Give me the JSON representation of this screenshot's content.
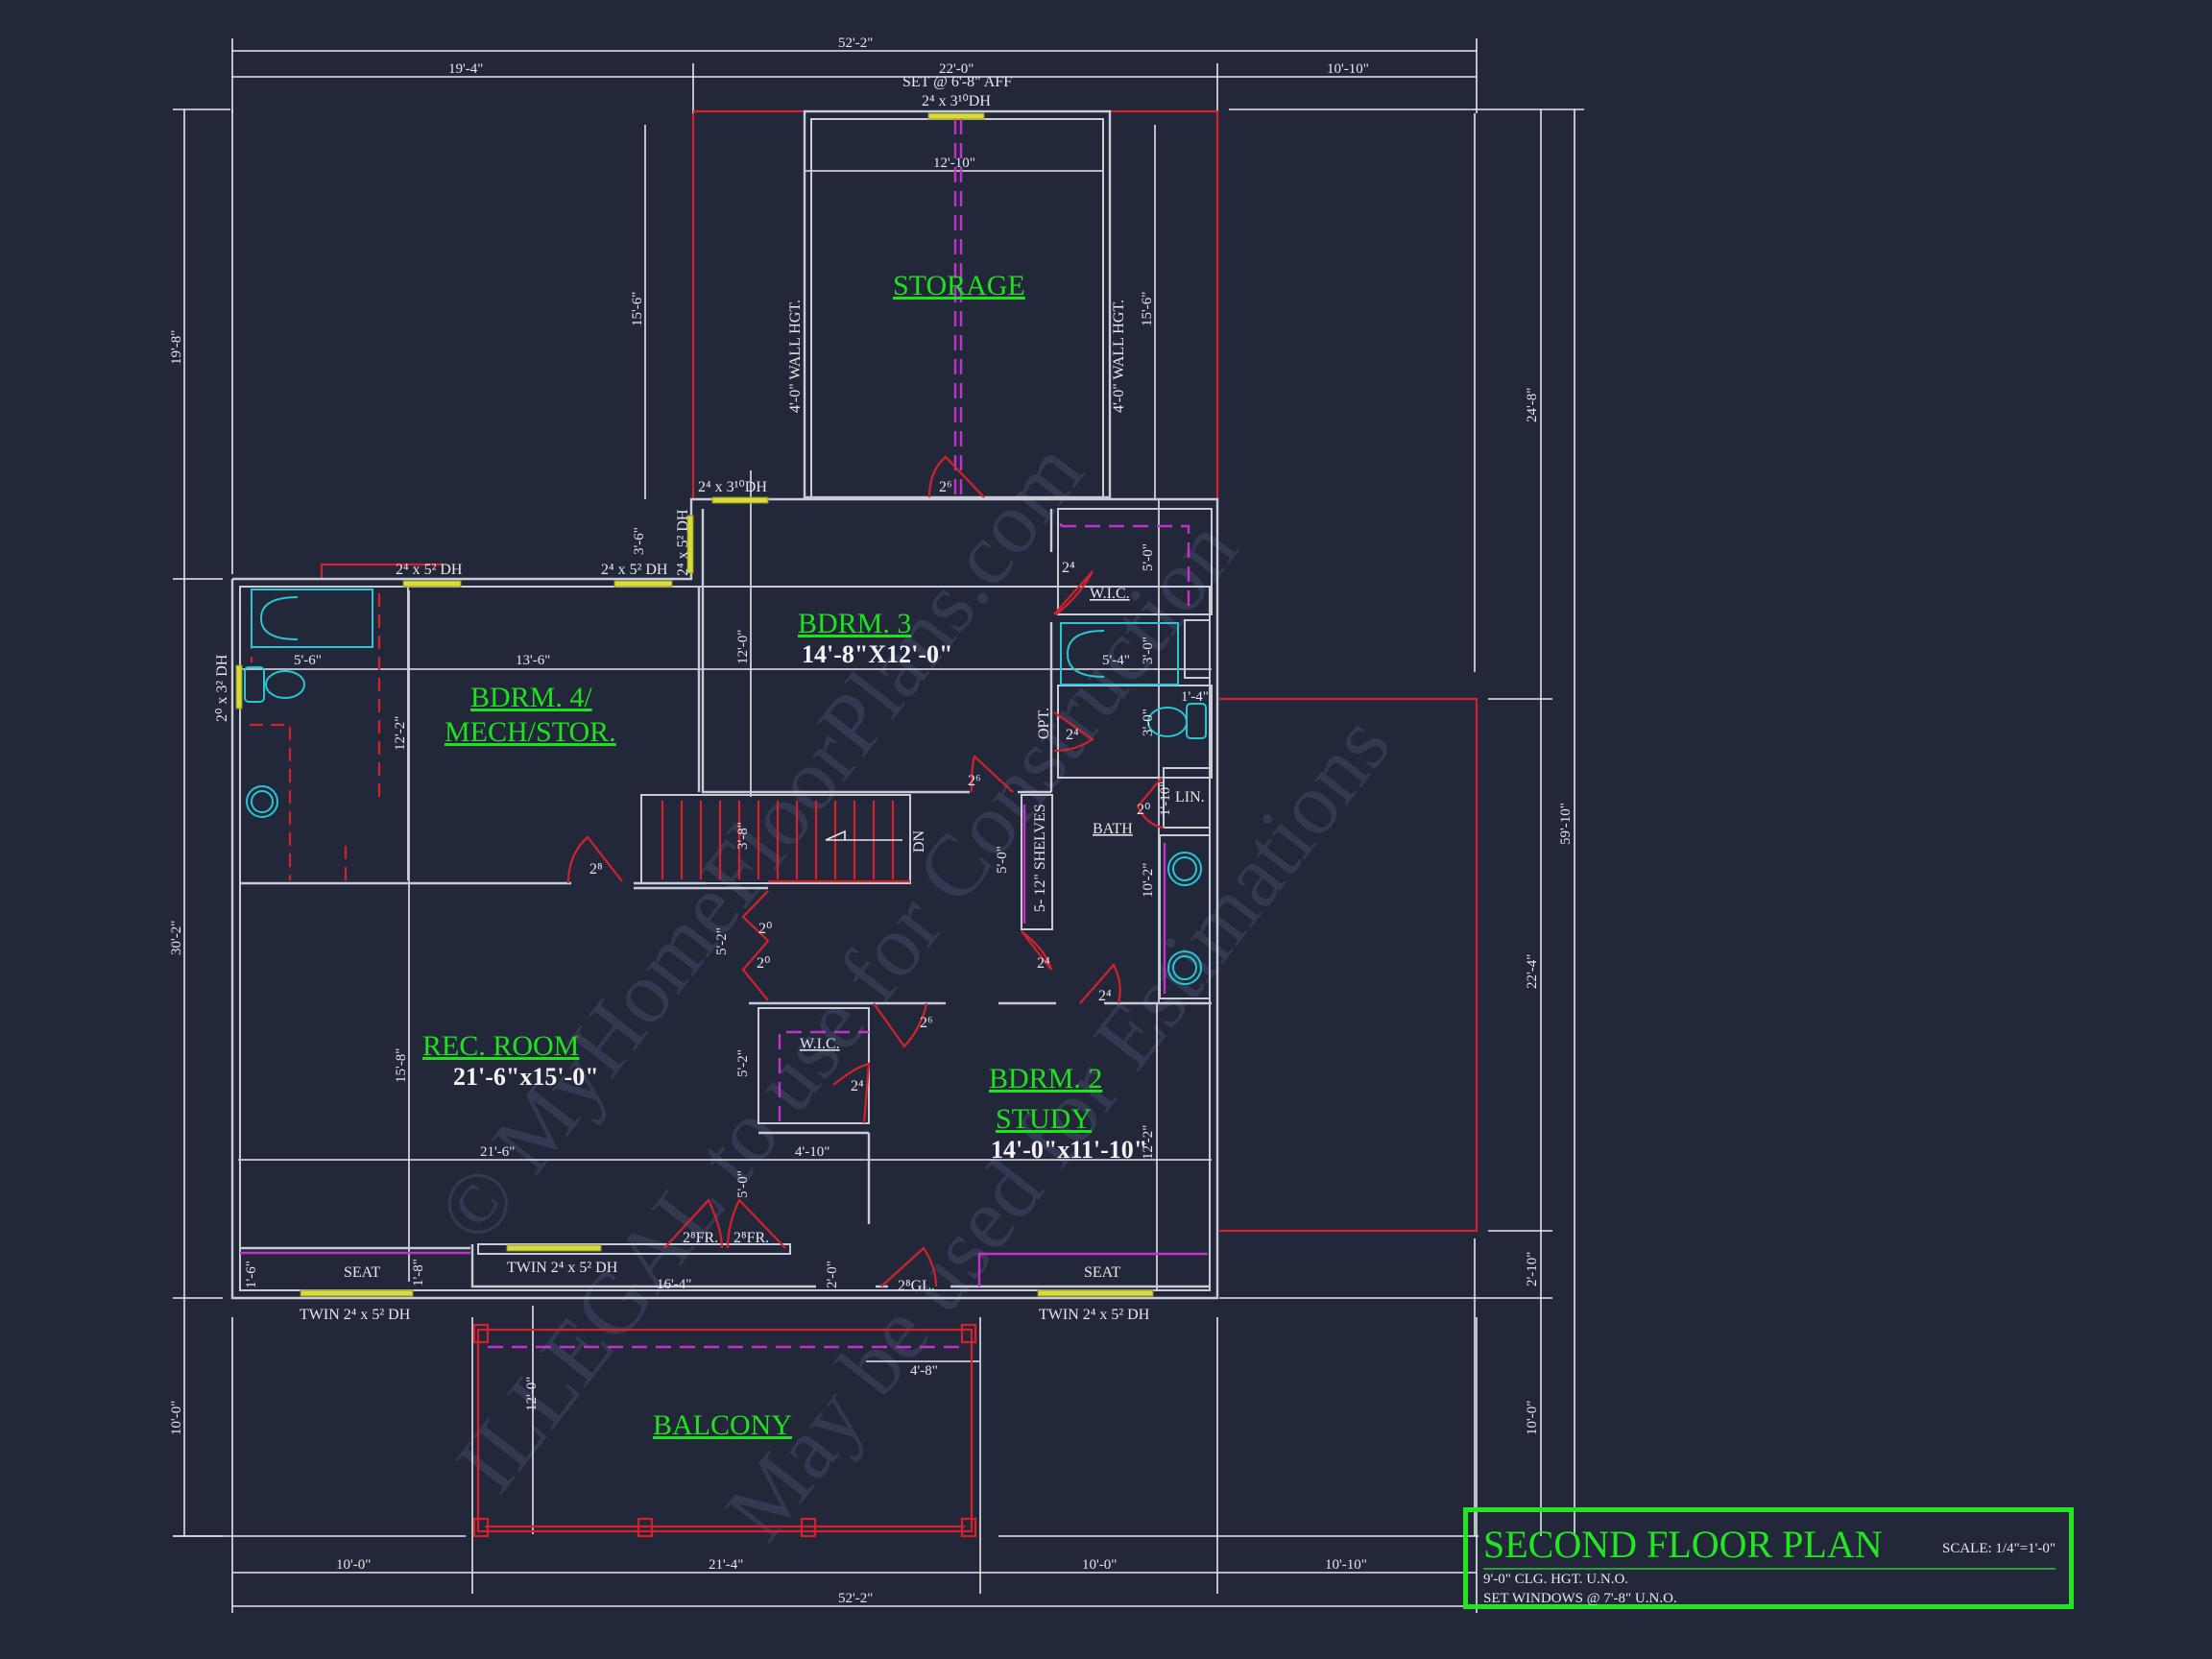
{
  "plan": {
    "title": "SECOND FLOOR PLAN",
    "scale": "SCALE: 1/4\"=1'-0\"",
    "notes": [
      "9'-0\" CLG. HGT. U.N.O.",
      "SET WINDOWS @ 7'-8\" U.N.O."
    ]
  },
  "watermark": {
    "line1": "© MyHomeFloorPlans.com",
    "line2": "ILLEGAL to use for Construction",
    "line3": "May be used for Estimations"
  },
  "rooms": {
    "storage": {
      "name": "STORAGE"
    },
    "bdrm3": {
      "name": "BDRM. 3",
      "size": "14'-8\"X12'-0\""
    },
    "bdrm4": {
      "name_line1": "BDRM. 4/",
      "name_line2": "MECH/STOR."
    },
    "rec_room": {
      "name": "REC. ROOM",
      "size": "21'-6\"x15'-0\""
    },
    "bdrm2": {
      "name_line1": "BDRM. 2",
      "name_line2": "STUDY",
      "size": "14'-0\"x11'-10\""
    },
    "balcony": {
      "name": "BALCONY"
    }
  },
  "labels": {
    "wic_upper": "W.I.C.",
    "wic_lower": "W.I.C.",
    "bath": "BATH",
    "lin": "LIN.",
    "opt": "OPT.",
    "shelves": "5- 12\" SHELVES",
    "dn": "DN",
    "seat_left": "SEAT",
    "seat_right": "SEAT",
    "wall_hgt_left": "4'-0\" WALL HGT.",
    "wall_hgt_right": "4'-0\" WALL HGT."
  },
  "windows": {
    "top_storage": "2⁴ x 3¹⁰DH",
    "top_storage_note": "SET @ 6'-8\" AFF",
    "bdrm3_top": "2⁴ x 3¹⁰DH",
    "bdrm4_top_left": "2⁴ x 5² DH",
    "bdrm4_top_right": "2⁴ x 5² DH",
    "bdrm4_side": "2⁴ x 5² DH",
    "bath4_side": "2⁰ x 3² DH",
    "rec_twin": "TWIN 2⁴ x 5² DH",
    "hall_twin": "TWIN 2⁴ x 5² DH",
    "bdrm2_twin": "TWIN 2⁴ x 5² DH"
  },
  "doors": {
    "storage": "2⁶",
    "wic3": "2⁴",
    "bath3": "2⁴",
    "bdrm3": "2⁶",
    "bdrm4": "2⁸",
    "closet_a": "2⁰",
    "closet_b": "2⁰",
    "lin": "2⁰",
    "bath_hall": "2⁴",
    "bdrm2_bath": "2⁴",
    "bdrm2": "2⁶",
    "wic2": "2⁴",
    "fr_left": "2⁸FR.",
    "fr_right": "2⁸FR.",
    "gl": "2⁸GL."
  },
  "dims": {
    "top_total": "52'-2\"",
    "top_left": "19'-4\"",
    "top_mid": "22'-0\"",
    "top_right": "10'-10\"",
    "storage_w": "12'-10\"",
    "storage_l_h": "15'-6\"",
    "storage_r_h": "15'-6\"",
    "left_top": "19'-8\"",
    "left_mid": "30'-2\"",
    "left_bot": "10'-0\"",
    "right_top": "24'-8\"",
    "right_mid": "22'-4\"",
    "right_small": "2'-10\"",
    "right_bot": "10'-0\"",
    "right_total": "59'-10\"",
    "bath4_w": "5'-6\"",
    "bdrm4_w": "13'-6\"",
    "bdrm4_h": "12'-2\"",
    "win_offset": "3'-6\"",
    "bdrm3_h": "12'-0\"",
    "tub_w": "5'-4\"",
    "tub_h": "3'-0\"",
    "wic3_h": "5'-0\"",
    "wc_h": "3'-0\"",
    "wc_w": "1'-4\"",
    "lin_h": "1'-10\"",
    "bath_h": "10'-2\"",
    "stair_h": "3'-8\"",
    "shelves_h": "5'-0\"",
    "hall_h": "5'-2\"",
    "wic2_h": "5'-2\"",
    "rec_h": "15'-8\"",
    "rec_w": "21'-6\"",
    "wic2_w": "4'-10\"",
    "fr_h": "5'-0\"",
    "bdrm2_h": "12'-2\"",
    "seat_l": "1'-6\"",
    "seat_r": "1'-8\"",
    "hall_w": "16'-4\"",
    "step": "2'-0\"",
    "balc_h": "12'-0\"",
    "balc_off": "4'-8\"",
    "bot_1": "10'-0\"",
    "bot_2": "21'-4\"",
    "bot_3": "10'-0\"",
    "bot_4": "10'-10\"",
    "bot_total": "52'-2\""
  }
}
